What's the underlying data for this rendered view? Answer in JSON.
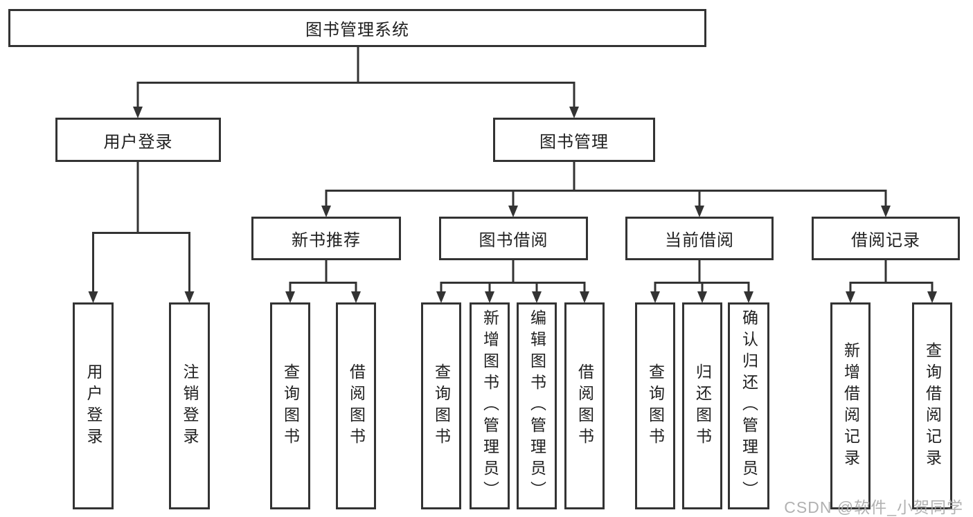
{
  "diagram": {
    "title": "图书管理系统",
    "level2": [
      {
        "label": "用户登录"
      },
      {
        "label": "图书管理"
      }
    ],
    "level3": [
      {
        "label": "新书推荐"
      },
      {
        "label": "图书借阅"
      },
      {
        "label": "当前借阅"
      },
      {
        "label": "借阅记录"
      }
    ],
    "leaves": {
      "user_login": [
        "用户登录",
        "注销登录"
      ],
      "new_book": [
        "查询图书",
        "借阅图书"
      ],
      "book_borrow": [
        "查询图书",
        "新增图书（管理员）",
        "编辑图书（管理员）",
        "借阅图书"
      ],
      "current_borrow": [
        "查询图书",
        "归还图书",
        "确认归还（管理员）"
      ],
      "borrow_record": [
        "新增借阅记录",
        "查询借阅记录"
      ]
    }
  },
  "watermark": "CSDN @软件_小贺同学",
  "colors": {
    "line": "#333333",
    "text": "#1f1f1f",
    "background": "#ffffff",
    "watermark": "#a8a8a8"
  }
}
